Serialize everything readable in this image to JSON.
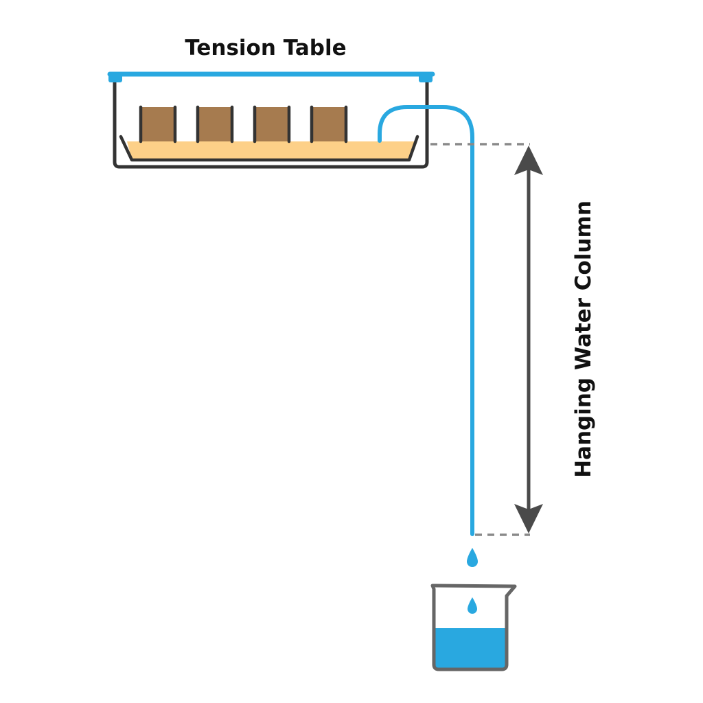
{
  "title": "Tension Table",
  "measurement_label": "Hanging Water Column",
  "components": {
    "table": "tension-table-tray",
    "lid": "tension-table-lid",
    "sand_bed": "sand-bed",
    "soil_samples_count": 4,
    "tube": "water-tube",
    "arrow": "double-headed-height-arrow",
    "drip": "water-droplet",
    "beaker": "collection-beaker"
  },
  "colors": {
    "water_blue": "#29a8e0",
    "outline_dark": "#333333",
    "sand": "#fdd088",
    "soil": "#a67b4f",
    "arrow_gray": "#4a4a4a",
    "dash_gray": "#8a8a8a",
    "beaker_gray": "#666666"
  },
  "beaker_fill_fraction": 0.5
}
